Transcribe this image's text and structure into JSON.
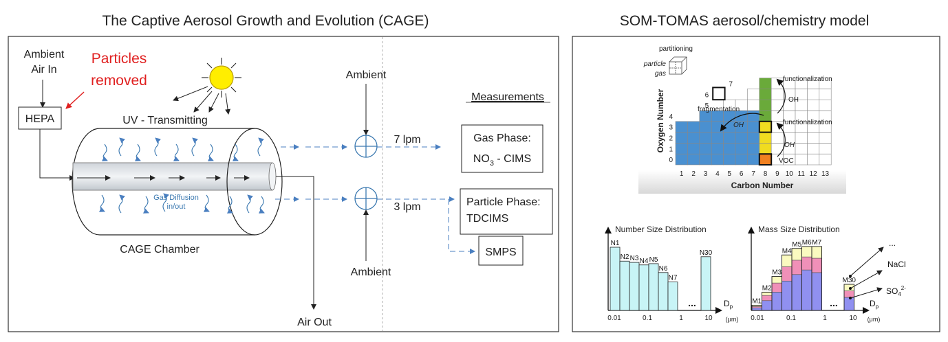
{
  "titles": {
    "left": "The Captive Aerosol Growth and Evolution (CAGE)",
    "right": "SOM-TOMAS aerosol/chemistry model"
  },
  "cage": {
    "ambient_air_in": [
      "Ambient",
      "Air In"
    ],
    "particles_removed": [
      "Particles",
      "removed"
    ],
    "hepa": "HEPA",
    "uv": "UV - Transmitting",
    "gas_diffusion": [
      "Gas Diffusion",
      "in/out"
    ],
    "chamber": "CAGE Chamber",
    "air_out": "Air Out",
    "ambient_top": "Ambient",
    "ambient_bottom": "Ambient",
    "flow_gas": "7 lpm",
    "flow_particle": "3 lpm",
    "measurements": "Measurements",
    "gas_phase": [
      "Gas Phase:",
      "NO",
      "3",
      " - CIMS"
    ],
    "particle_phase": [
      "Particle Phase:",
      "TDCIMS"
    ],
    "smps": "SMPS"
  },
  "grid": {
    "partitioning": "partitioning",
    "particle": "particle",
    "gas": "gas",
    "y_label": "Oxygen Number",
    "x_label": "Carbon Number",
    "x_ticks": [
      "1",
      "2",
      "3",
      "4",
      "5",
      "6",
      "7",
      "8",
      "9",
      "10",
      "11",
      "12",
      "13"
    ],
    "y_ticks": [
      "0",
      "1",
      "2",
      "3",
      "4",
      "5",
      "6",
      "7"
    ],
    "functionalization_top": "functionalization",
    "functionalization_mid": "functionalization",
    "oh_top": "OH",
    "oh_mid": "OH",
    "oh_left": "OH",
    "fragmentation": "fragmentation",
    "voc": "VOC",
    "colors": {
      "blue": "#4a90d0",
      "green": "#6aaa3a",
      "yellow": "#f0dc20",
      "orange": "#f08020"
    }
  },
  "number_dist": {
    "title": "Number Size Distribution",
    "bar_labels": [
      "N1",
      "N2",
      "N3",
      "N4",
      "N5",
      "N6",
      "N7"
    ],
    "last_label": "N30",
    "heights": [
      1.0,
      0.78,
      0.76,
      0.72,
      0.74,
      0.6,
      0.45
    ],
    "last_height": 0.85,
    "ellipsis": "...",
    "dp": "D",
    "dp_sub": "p",
    "unit": "(μm)",
    "x_ticks": [
      "0.01",
      "0.1",
      "1",
      "10"
    ],
    "color": "#c8f4f6"
  },
  "mass_dist": {
    "title": "Mass Size Distribution",
    "bar_labels": [
      "M1",
      "M2",
      "M3",
      "M4",
      "M5",
      "M6",
      "M7"
    ],
    "last_label": "M30",
    "stacks": [
      [
        0.04,
        0.02,
        0.02
      ],
      [
        0.15,
        0.08,
        0.05
      ],
      [
        0.28,
        0.14,
        0.1
      ],
      [
        0.45,
        0.22,
        0.18
      ],
      [
        0.55,
        0.22,
        0.18
      ],
      [
        0.62,
        0.2,
        0.16
      ],
      [
        0.58,
        0.22,
        0.18
      ]
    ],
    "last_stack": [
      0.2,
      0.1,
      0.1
    ],
    "ellipsis": "...",
    "legend": [
      "...",
      "NaCl",
      "SO"
    ],
    "so4_sub": "4",
    "so4_sup": "2-",
    "dp": "D",
    "dp_sub": "p",
    "unit": "(μm)",
    "x_ticks": [
      "0.01",
      "0.1",
      "1",
      "10"
    ],
    "colors": {
      "so4": "#9090f0",
      "nacl": "#f090b8",
      "other": "#fafac0"
    }
  }
}
